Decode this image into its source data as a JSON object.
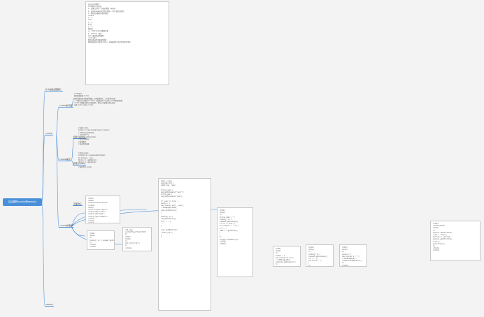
{
  "root": {
    "label": "会话跟踪cookie和session"
  },
  "topics": {
    "t1": "什么是会话跟踪？",
    "t2": "cookie",
    "t3": "session",
    "t4": "cookie的问题",
    "t5": "cookie操作",
    "t6": "cookie的理解",
    "t7": "创建 cookie",
    "t8": "获取 cookie",
    "t9": "页面例子",
    "t10": "总结"
  },
  "blocks": {
    "intro": [
      "什么是会话跟踪？",
      "HTTP协议……无状态",
      "1. 登录后访问一个页面时拿到 page页",
      "2. 如何在page页中识别是否同一个用户发起的请求？",
      "3. 所有请求都带有登录状态？",
      "cookie",
      "{...}",
      "user",
      "{...}",
      "8 的",
      "{...}",
      "服务器",
      "以一个用户为中心的数据存储",
      "4. session 机制",
      "为什么要使用会话跟踪？",
      "cookie简介",
      "服务器发送给浏览器的数据",
      "服务器在响应中设置cookie，浏览器保存并在后续请求中带回"
    ],
    "cookie_info": [
      "cookie简介",
      "服务器端创建 cookie",
      "服务器发送给浏览器的数据，由浏览器保存，下次请求时带回",
      "一个网站可以存储多个cookie，浏览器对单个站点的cookie数量有限制",
      "cookie 的键值对保存在浏览器中，默认在浏览器关闭后失效",
      "会话 cookie 与持久 cookie"
    ],
    "create": [
      "// 创建 cookie",
      "Cookie c = new Cookie(\"name\",\"value\");",
      "c.setMaxAge(60*60);",
      "c.setPath(\"/\");",
      "response.addCookie(c);",
      "// 设置过期时间",
      "// 设置路径",
      "// 发送到浏览器"
    ],
    "get": [
      "// 获取 cookie",
      "Cookie[] cs = request.getCookies();",
      "for (Cookie c : cs) {",
      "  String n = c.getName();",
      "  String v = c.getValue();",
      "}",
      "// 遍历所有 cookie"
    ],
    "page": [
      "<html>",
      "<head>",
      "<title>cookie</title>",
      "</head>",
      "<body>",
      "<form action=\"login\">",
      "<input name=\"user\">",
      "<input name=\"pwd\">",
      "<input type=\"submit\">",
      "</form>",
      "</body>",
      "</html>"
    ],
    "small1": [
      "<html>",
      "<body>",
      "<%",
      "Cookie[] cs = request.getCookies();",
      "%>",
      "</body>",
      "</html>"
    ],
    "small2": [
      "<%@ page",
      "contentType=\"text/html\"",
      "%>",
      "<html>",
      "<body>",
      "<%",
      "out.print(\"ok\");",
      "%>",
      "</body>"
    ],
    "servlet": [
      "public class",
      "LoginServlet {",
      "doGet(req, resp)",
      "",
      "String user =",
      "req.getParameter(\"user\");",
      "String pwd =",
      "req.getParameter(\"pwd\");",
      "",
      "if (user != null) {",
      "  Cookie c =",
      "  new Cookie(\"user\", user);",
      "  c.setMaxAge(3600);",
      "  resp.addCookie(c);",
      "}",
      "",
      "Cookie[] cs =",
      "req.getCookies();",
      "for (...) {",
      "  ...",
      "}",
      "",
      "resp.sendRedirect(",
      "\"index.jsp\");",
      "}",
      "}"
    ],
    "mid": [
      "<html>",
      "<body>",
      "<%",
      "String name = \"\";",
      "Cookie[] cs =",
      "request.getCookies();",
      "if (cs != null) {",
      "  for (Cookie c : cs) {",
      "    if (...)",
      "      name = c.getValue();",
      "  }",
      "}",
      "%>",
      "<p>欢迎 <%=name%></p>",
      "</body>",
      "</html>"
    ],
    "r1": [
      "<html>",
      "<body>",
      "<%",
      "Cookie c =",
      "new Cookie(\"a\",\"1\");",
      "c.setMaxAge(60);",
      "response.addCookie(c);",
      "%>",
      "</body>"
    ],
    "r2": [
      "<html>",
      "<body>",
      "<%",
      "Cookie[] cs =",
      "request.getCookies();",
      "for (...) {",
      "  out.print(...);",
      "}",
      "%>",
      "</body>"
    ],
    "r3": [
      "<html>",
      "<body>",
      "<%",
      "Cookie c =",
      "new Cookie(\"a\",\"\");",
      "c.setMaxAge(0);",
      "response.addCookie(c);",
      "%>",
      "</body>"
    ],
    "r4": [
      "<html>",
      "<head></head>",
      "<body>",
      "<%",
      "session.setAttribute(",
      "\"user\", \"tom\");",
      "String u = (String)",
      "session.getAttribute(",
      "\"user\");",
      "out.print(u);",
      "%>",
      "</body>",
      "</html>"
    ]
  }
}
